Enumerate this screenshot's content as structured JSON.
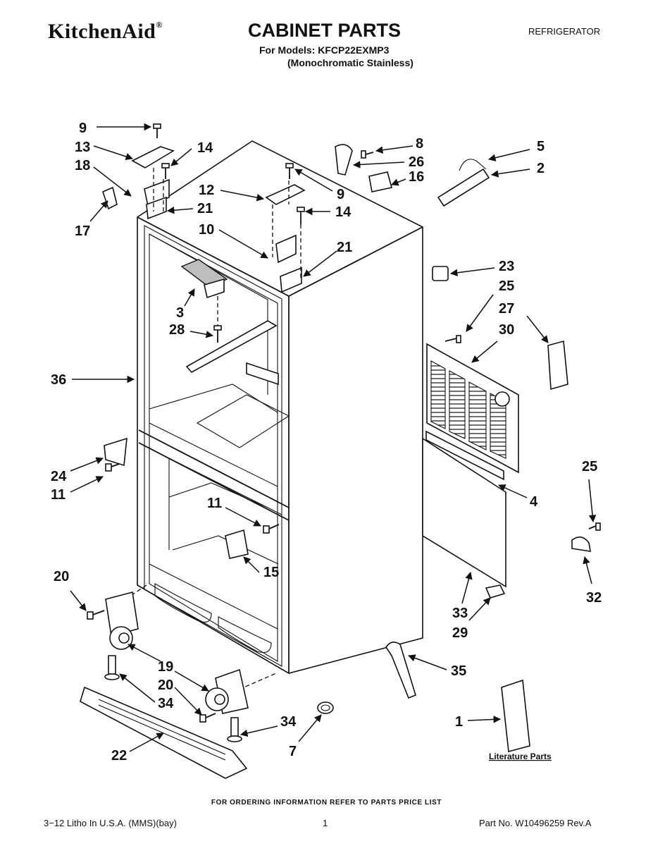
{
  "header": {
    "brand": "KitchenAid",
    "brand_mark": "®",
    "title": "CABINET PARTS",
    "models_line": "For Models: KFCP22EXMP3",
    "variant_line": "(Monochromatic Stainless)",
    "category": "REFRIGERATOR"
  },
  "callouts": {
    "c9a": "9",
    "c13": "13",
    "c14a": "14",
    "c18": "18",
    "c17": "17",
    "c21a": "21",
    "c12": "12",
    "c9b": "9",
    "c14b": "14",
    "c10": "10",
    "c21b": "21",
    "c8": "8",
    "c26": "26",
    "c16": "16",
    "c5": "5",
    "c2": "2",
    "c23": "23",
    "c25a": "25",
    "c27": "27",
    "c30": "30",
    "c3": "3",
    "c28": "28",
    "c36": "36",
    "c24": "24",
    "c11a": "11",
    "c11b": "11",
    "c15": "15",
    "c4": "4",
    "c25b": "25",
    "c32": "32",
    "c33": "33",
    "c29": "29",
    "c20a": "20",
    "c19": "19",
    "c20b": "20",
    "c34a": "34",
    "c34b": "34",
    "c35": "35",
    "c22": "22",
    "c7": "7",
    "c1": "1"
  },
  "literature_label": "Literature Parts",
  "footer": {
    "order_note": "FOR ORDERING INFORMATION REFER TO PARTS PRICE LIST",
    "print_info": "3−12 Litho In U.S.A. (MMS)(bay)",
    "page_number": "1",
    "part_no": "Part No. W10496259 Rev.A"
  }
}
